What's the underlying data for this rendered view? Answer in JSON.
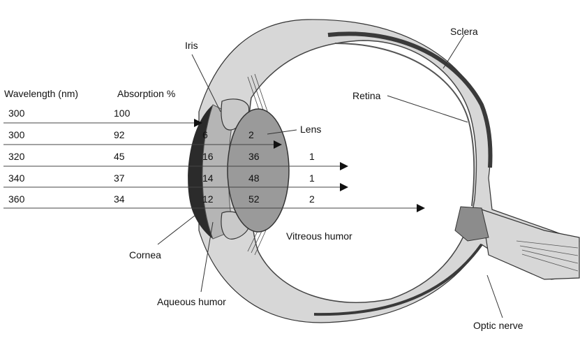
{
  "table": {
    "header_wavelength": "Wavelength (nm)",
    "header_absorption": "Absorption %",
    "rows": [
      {
        "wavelength": "300",
        "absorption": "100"
      },
      {
        "wavelength": "300",
        "absorption": "92"
      },
      {
        "wavelength": "320",
        "absorption": "45"
      },
      {
        "wavelength": "340",
        "absorption": "37"
      },
      {
        "wavelength": "360",
        "absorption": "34"
      }
    ]
  },
  "aqueous_values": [
    "6",
    "16",
    "14",
    "12"
  ],
  "lens_values": [
    "2",
    "36",
    "48",
    "52"
  ],
  "vitreous_values": [
    "1",
    "1",
    "2"
  ],
  "labels": {
    "iris": "Iris",
    "sclera": "Sclera",
    "retina": "Retina",
    "lens": "Lens",
    "cornea": "Cornea",
    "aqueous_humor": "Aqueous humor",
    "vitreous_humor": "Vitreous humor",
    "optic_nerve": "Optic nerve"
  }
}
